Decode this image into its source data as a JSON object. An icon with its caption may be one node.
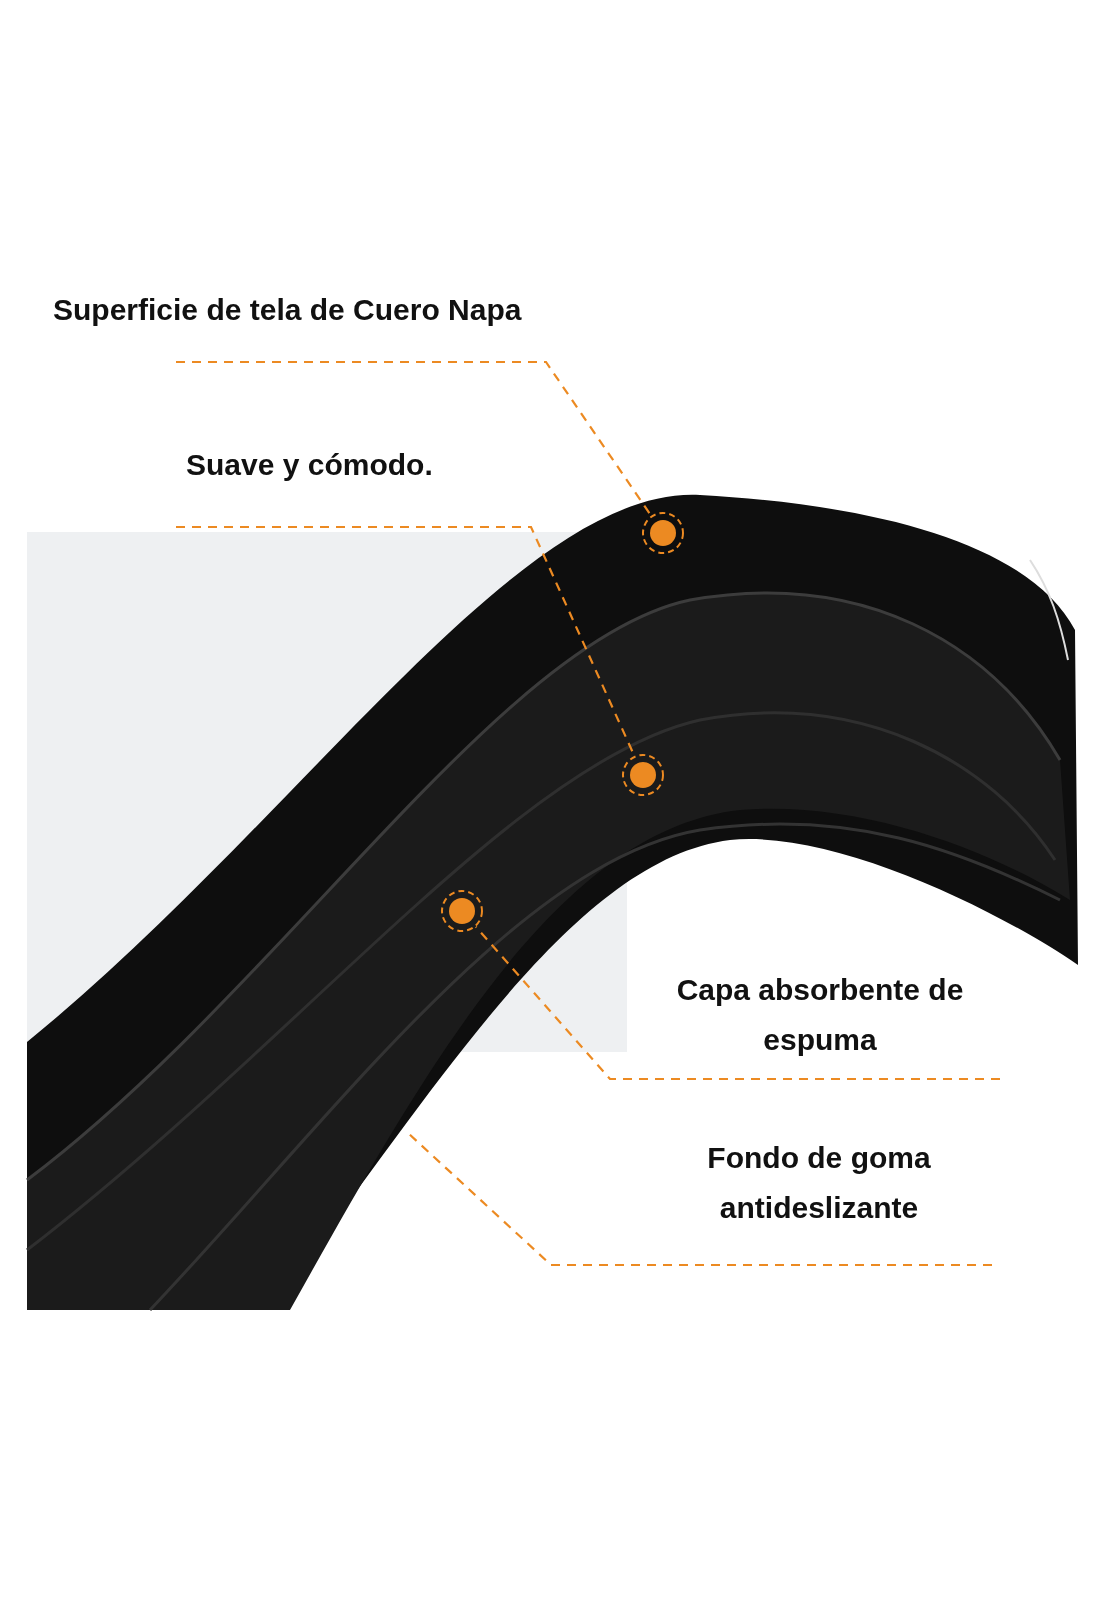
{
  "diagram": {
    "nodes": [
      {
        "text": [
          "Superficie de tela de Cuero Napa"
        ]
      },
      {
        "text": [],
        "shape": "circle"
      },
      {
        "text": [
          "Suave y cómodo."
        ]
      },
      {
        "text": [],
        "shape": "circle"
      },
      {
        "text": [
          "Capa absorbente de espuma"
        ]
      },
      {
        "text": [],
        "shape": "circle"
      },
      {
        "text": [
          "Fondo de goma antideslizante"
        ]
      }
    ],
    "edges": [
      {
        "from": 0,
        "to": 1,
        "arrow": "none",
        "style": "dashed"
      },
      {
        "from": 2,
        "to": 3,
        "arrow": "none",
        "style": "dashed"
      },
      {
        "from": 4,
        "to": 5,
        "arrow": "none",
        "style": "dashed"
      },
      {
        "from": 6,
        "to": null,
        "arrow": "none",
        "style": "dashed"
      }
    ]
  }
}
